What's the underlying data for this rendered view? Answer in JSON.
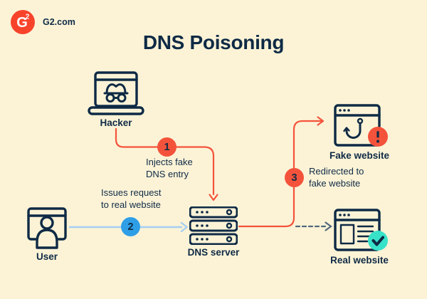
{
  "colors": {
    "bg": "#FCF3D7",
    "navy": "#0E2A45",
    "red": "#F4533B",
    "logo_red": "#F8432B",
    "blue": "#2E9FE6",
    "light_blue": "#A5CFF1",
    "teal": "#38E2C9",
    "dash": "#51677D",
    "white": "#FFFFFF"
  },
  "header": {
    "brand": "G2.com",
    "logo_glyph": "G",
    "logo_sup": "2"
  },
  "title": "DNS Poisoning",
  "nodes": {
    "hacker": {
      "label": "Hacker"
    },
    "user": {
      "label": "User"
    },
    "dns": {
      "label": "DNS server"
    },
    "fake": {
      "label": "Fake website"
    },
    "real": {
      "label": "Real website"
    }
  },
  "steps": [
    {
      "number": "1",
      "text": "Injects fake\nDNS entry"
    },
    {
      "number": "2",
      "text": "Issues request\nto real website"
    },
    {
      "number": "3",
      "text": "Redirected to\nfake website"
    }
  ]
}
